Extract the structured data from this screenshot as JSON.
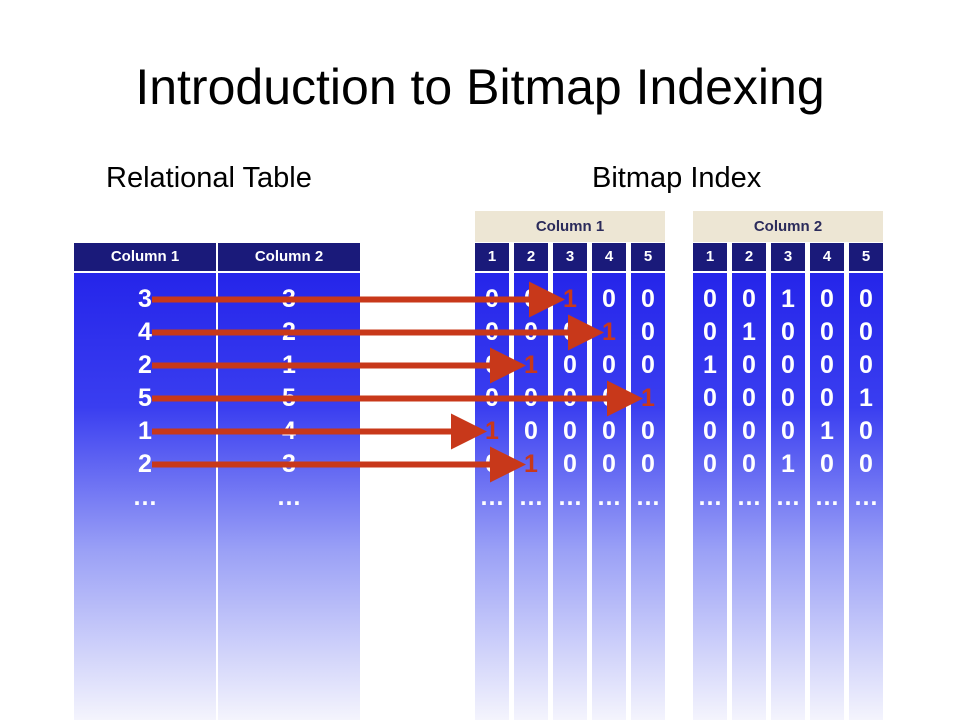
{
  "title": "Introduction to Bitmap Indexing",
  "subtitles": {
    "left": "Relational Table",
    "right": "Bitmap Index"
  },
  "relational": {
    "headers": [
      "Column 1",
      "Column 2"
    ],
    "rows": [
      [
        "3",
        "3"
      ],
      [
        "4",
        "2"
      ],
      [
        "2",
        "1"
      ],
      [
        "5",
        "5"
      ],
      [
        "1",
        "4"
      ],
      [
        "2",
        "3"
      ]
    ],
    "ellipsis": "…"
  },
  "bitmap_groups": [
    {
      "label": "Column 1",
      "bit_labels": [
        "1",
        "2",
        "3",
        "4",
        "5"
      ],
      "rows": [
        [
          "0",
          "0",
          "1",
          "0",
          "0"
        ],
        [
          "0",
          "0",
          "0",
          "1",
          "0"
        ],
        [
          "0",
          "1",
          "0",
          "0",
          "0"
        ],
        [
          "0",
          "0",
          "0",
          "0",
          "1"
        ],
        [
          "1",
          "0",
          "0",
          "0",
          "0"
        ],
        [
          "0",
          "1",
          "0",
          "0",
          "0"
        ]
      ]
    },
    {
      "label": "Column 2",
      "bit_labels": [
        "1",
        "2",
        "3",
        "4",
        "5"
      ],
      "rows": [
        [
          "0",
          "0",
          "1",
          "0",
          "0"
        ],
        [
          "0",
          "1",
          "0",
          "0",
          "0"
        ],
        [
          "1",
          "0",
          "0",
          "0",
          "0"
        ],
        [
          "0",
          "0",
          "0",
          "0",
          "1"
        ],
        [
          "0",
          "0",
          "0",
          "1",
          "0"
        ],
        [
          "0",
          "0",
          "1",
          "0",
          "0"
        ]
      ]
    }
  ],
  "colors": {
    "header": "#1a1a7a",
    "group_header": "#ede6d4",
    "column": "#2525ea",
    "arrow": "#c8381a",
    "highlight": "#c8381a"
  }
}
